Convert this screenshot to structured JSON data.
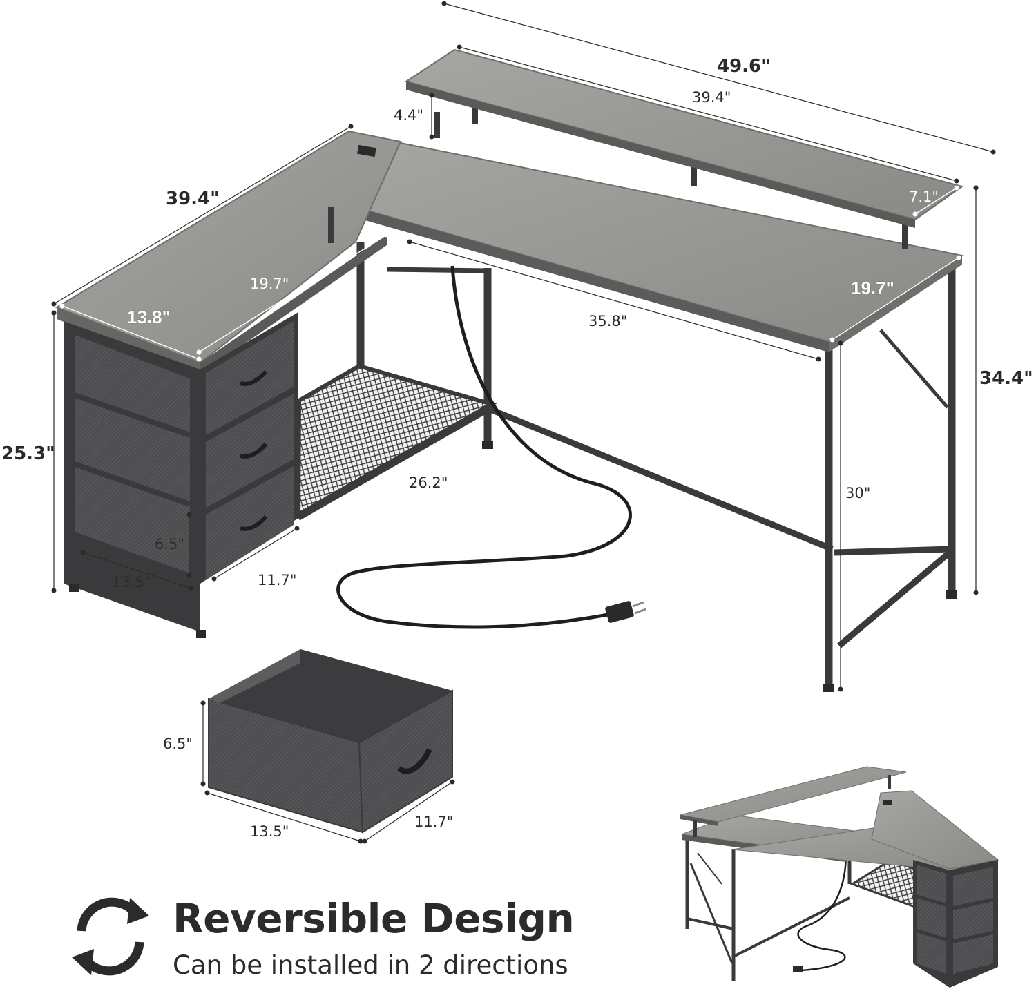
{
  "colors": {
    "wood": "#8e8e8c",
    "wood_light": "#a3a3a0",
    "wood_edge": "#6e6e6c",
    "metal": "#3a3a3c",
    "fabric": "#4a4a4c",
    "text": "#2b2b2b"
  },
  "dimensions": {
    "total_width": "49.6\"",
    "shelf_width": "39.4\"",
    "riser_height": "4.4\"",
    "shelf_depth": "7.1\"",
    "total_height": "34.4\"",
    "return_length": "39.4\"",
    "return_inner_depth": "19.7\"",
    "desk_depth": "19.7\"",
    "inner_width": "35.8\"",
    "drawer_unit_depth": "13.8\"",
    "return_height": "25.3\"",
    "shelf_length": "26.2\"",
    "knee_height": "30\"",
    "drawer_height": "6.5\"",
    "drawer_depth": "13.5\"",
    "drawer_width": "11.7\"",
    "bin_height": "6.5\"",
    "bin_depth": "13.5\"",
    "bin_width": "11.7\""
  },
  "footer": {
    "title": "Reversible Design",
    "subtitle": "Can be installed in 2 directions",
    "icon": "reverse-arrows-icon"
  }
}
